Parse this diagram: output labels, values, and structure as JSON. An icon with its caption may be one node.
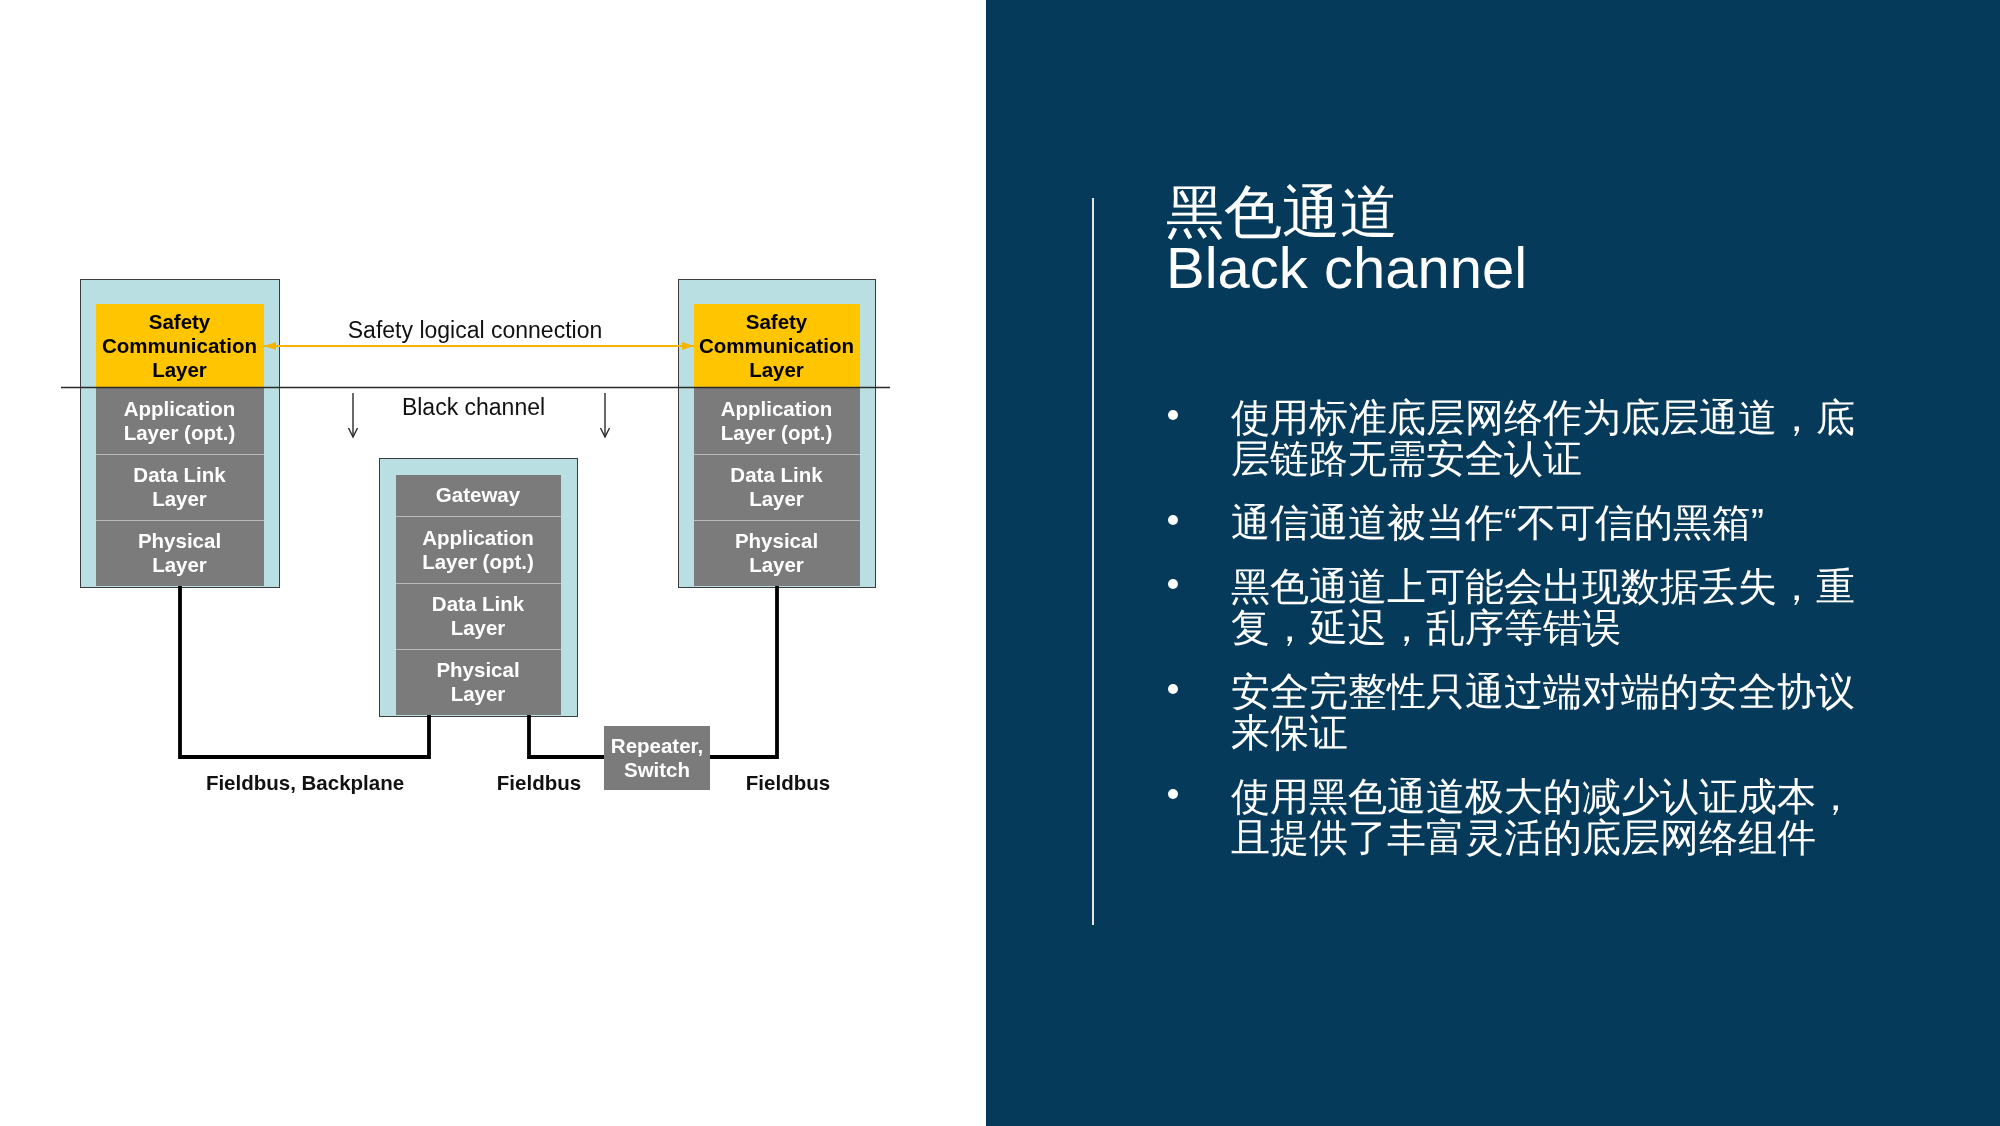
{
  "diagram": {
    "title": "黑色通道 Black channel",
    "nodes": [
      {
        "text": [],
        "shape": "box"
      },
      {
        "text": [
          "Safety Communication Layer"
        ],
        "in": 0
      },
      {
        "text": [
          "Application Layer (opt.)"
        ],
        "in": 0
      },
      {
        "text": [
          "Data Link Layer"
        ],
        "in": 0
      },
      {
        "text": [
          "Physical Layer"
        ],
        "in": 0
      },
      {
        "text": [],
        "shape": "box"
      },
      {
        "text": [
          "Safety Communication Layer"
        ],
        "in": 5
      },
      {
        "text": [
          "Application Layer (opt.)"
        ],
        "in": 5
      },
      {
        "text": [
          "Data Link Layer"
        ],
        "in": 5
      },
      {
        "text": [
          "Physical Layer"
        ],
        "in": 5
      },
      {
        "text": [],
        "shape": "box"
      },
      {
        "text": [
          "Gateway"
        ],
        "in": 10
      },
      {
        "text": [
          "Application Layer (opt.)"
        ],
        "in": 10
      },
      {
        "text": [
          "Data Link Layer"
        ],
        "in": 10
      },
      {
        "text": [
          "Physical Layer"
        ],
        "in": 10
      },
      {
        "text": [
          "Repeater, Switch"
        ]
      }
    ],
    "edges": [
      {
        "from": 1,
        "to": 6,
        "arrow": "both",
        "label": "Safety logical connection",
        "color": "#f5b400"
      },
      {
        "from": 4,
        "to": 14,
        "arrow": "none",
        "label": "Fieldbus, Backplane"
      },
      {
        "from": 14,
        "to": 15,
        "arrow": "none",
        "label": "Fieldbus"
      },
      {
        "from": 15,
        "to": 9,
        "arrow": "none",
        "label": "Fieldbus"
      }
    ],
    "labels": [
      "Black channel",
      "使用标准底层网络作为底层通道，底层链路无需安全认证",
      "通信通道被当作“不可信的黑箱”",
      "黑色通道上可能会出现数据丢失，重复，延迟，乱序等错误",
      "安全完整性只通过端对端的安全协议来保证",
      "使用黑色通道极大的减少认证成本，且提供了丰富灵活的底层网络组件"
    ]
  }
}
